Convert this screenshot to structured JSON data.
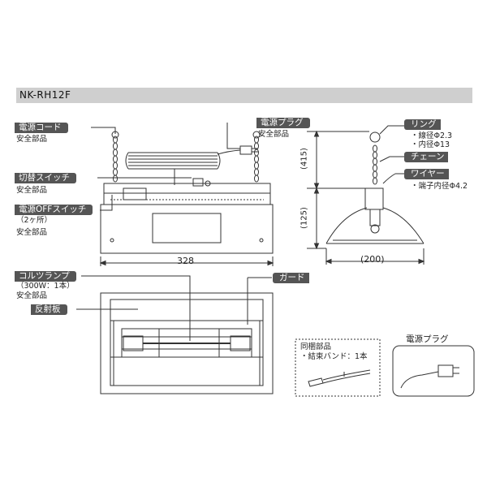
{
  "header": {
    "model": "NK-RH12F"
  },
  "labels": {
    "power_cord": "電源コード",
    "power_cord_note": "安全部品",
    "plug": "電源プラグ",
    "plug_note": "安全部品",
    "switch": "切替スイッチ",
    "switch_note": "安全部品",
    "off_switch": "電源OFFスイッチ",
    "off_switch_count": "（2ヶ所）",
    "off_switch_note": "安全部品",
    "lamp": "コルツランプ",
    "lamp_spec": "（300W：1本）",
    "lamp_note": "安全部品",
    "reflector": "反射板",
    "guard": "ガード",
    "ring": "リング",
    "ring_wire": "・線径Φ2.3",
    "ring_inner": "・内径Φ13",
    "chain": "チェーン",
    "wire": "ワイヤー",
    "wire_terminal": "・端子内径Φ4.2"
  },
  "dimensions": {
    "width": "328",
    "height_upper": "(415)",
    "height_lower": "(125)",
    "side_width": "(200)"
  },
  "accessories": {
    "title": "同梱部品",
    "item": "・結束バンド：1本"
  },
  "plug_box": {
    "title": "電源プラグ"
  },
  "colors": {
    "tag_bg": "#555555",
    "line": "#333333",
    "header_band": "#cfcfcf"
  }
}
